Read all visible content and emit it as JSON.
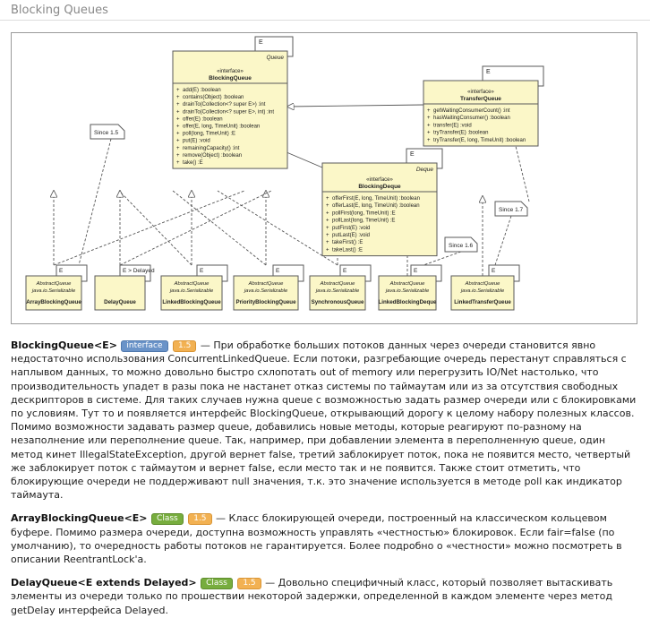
{
  "page": {
    "title": "Blocking Queues"
  },
  "diagram": {
    "blocking_queue": {
      "param": "E",
      "stereotype": "«interface»",
      "name": "BlockingQueue",
      "parent": "Queue",
      "methods": [
        "add(E) :boolean",
        "contains(Object) :boolean",
        "drainTo(Collection<? super E>) :int",
        "drainTo(Collection<? super E>, int) :int",
        "offer(E) :boolean",
        "offer(E, long, TimeUnit) :boolean",
        "poll(long, TimeUnit) :E",
        "put(E) :void",
        "remainingCapacity() :int",
        "remove(Object) :boolean",
        "take() :E"
      ]
    },
    "transfer_queue": {
      "param": "E",
      "stereotype": "«interface»",
      "name": "TransferQueue",
      "methods": [
        "getWaitingConsumerCount() :int",
        "hasWaitingConsumer() :boolean",
        "transfer(E) :void",
        "tryTransfer(E) :boolean",
        "tryTransfer(E, long, TimeUnit) :boolean"
      ]
    },
    "blocking_deque": {
      "param": "E",
      "stereotype": "«interface»",
      "name": "BlockingDeque",
      "parent": "Deque",
      "methods": [
        "offerFirst(E, long, TimeUnit) :boolean",
        "offerLast(E, long, TimeUnit) :boolean",
        "pollFirst(long, TimeUnit) :E",
        "pollLast(long, TimeUnit) :E",
        "putFirst(E) :void",
        "putLast(E) :void",
        "takeFirst() :E",
        "takeLast() :E"
      ]
    },
    "notes": {
      "since15": "Since 1.5",
      "since16": "Since 1.6",
      "since17": "Since 1.7"
    },
    "classes": [
      {
        "param": "E",
        "lines": [
          "AbstractQueue",
          "java.io.Serializable"
        ],
        "name": "ArrayBlockingQueue"
      },
      {
        "param": "E > Delayed",
        "lines": [],
        "name": "DelayQueue"
      },
      {
        "param": "E",
        "lines": [
          "AbstractQueue",
          "java.io.Serializable"
        ],
        "name": "LinkedBlockingQueue"
      },
      {
        "param": "E",
        "lines": [
          "AbstractQueue",
          "java.io.Serializable"
        ],
        "name": "PriorityBlockingQueue"
      },
      {
        "param": "E",
        "lines": [
          "AbstractQueue",
          "java.io.Serializable"
        ],
        "name": "SynchronousQueue"
      },
      {
        "param": "E",
        "lines": [
          "AbstractQueue",
          "java.io.Serializable"
        ],
        "name": "LinkedBlockingDeque"
      },
      {
        "param": "E",
        "lines": [
          "AbstractQueue",
          "java.io.Serializable"
        ],
        "name": "LinkedTransferQueue"
      }
    ]
  },
  "sections": {
    "bq": {
      "term": "BlockingQueue<E>",
      "badge_kind": "interface",
      "badge_ver": "1.5",
      "text": " — При обработке больших потоков данных через очереди становится явно недостаточно использования ConcurrentLinkedQueue. Если потоки, разгребающие очередь перестанут справляться с наплывом данных, то можно довольно быстро схлопотать out of memory или перегрузить IO/Net настолько, что производительность упадет в разы пока не настанет отказ системы по таймаутам или из за отсутствия свободных дескрипторов в системе. Для таких случаев нужна queue с возможностью задать размер очереди или с блокировками по условиям. Тут то и появляется интерфейс BlockingQueue, открывающий дорогу к целому набору полезных классов. Помимо возможности задавать размер queue, добавились новые методы, которые реагируют по-разному на незаполнение или переполнение queue. Так, например, при добавлении элемента в переполненную queue, один метод кинет IllegalStateException, другой вернет false, третий заблокирует поток, пока не появится место, четвертый же заблокирует поток с таймаутом и вернет false, если место так и не появится. Также стоит отметить, что блокирующие очереди не поддерживают null значения, т.к. это значение используется в методе poll как индикатор таймаута."
    },
    "abq": {
      "term": "ArrayBlockingQueue<E>",
      "badge_kind": "Class",
      "badge_ver": "1.5",
      "text": " — Класс блокирующей очереди, построенный на классическом кольцевом буфере. Помимо размера очереди, доступна возможность управлять «честностью» блокировок. Если fair=false (по умолчанию), то очередность работы потоков не гарантируется. Более подробно о «честности» можно посмотреть в описании ReentrantLock'a."
    },
    "dq": {
      "term": "DelayQueue<E extends Delayed>",
      "badge_kind": "Class",
      "badge_ver": "1.5",
      "text": " — Довольно специфичный класс, который позволяет вытаскивать элементы из очереди только по прошествии некоторой задержки, определенной в каждом элементе через метод getDelay интерфейса Delayed."
    }
  }
}
